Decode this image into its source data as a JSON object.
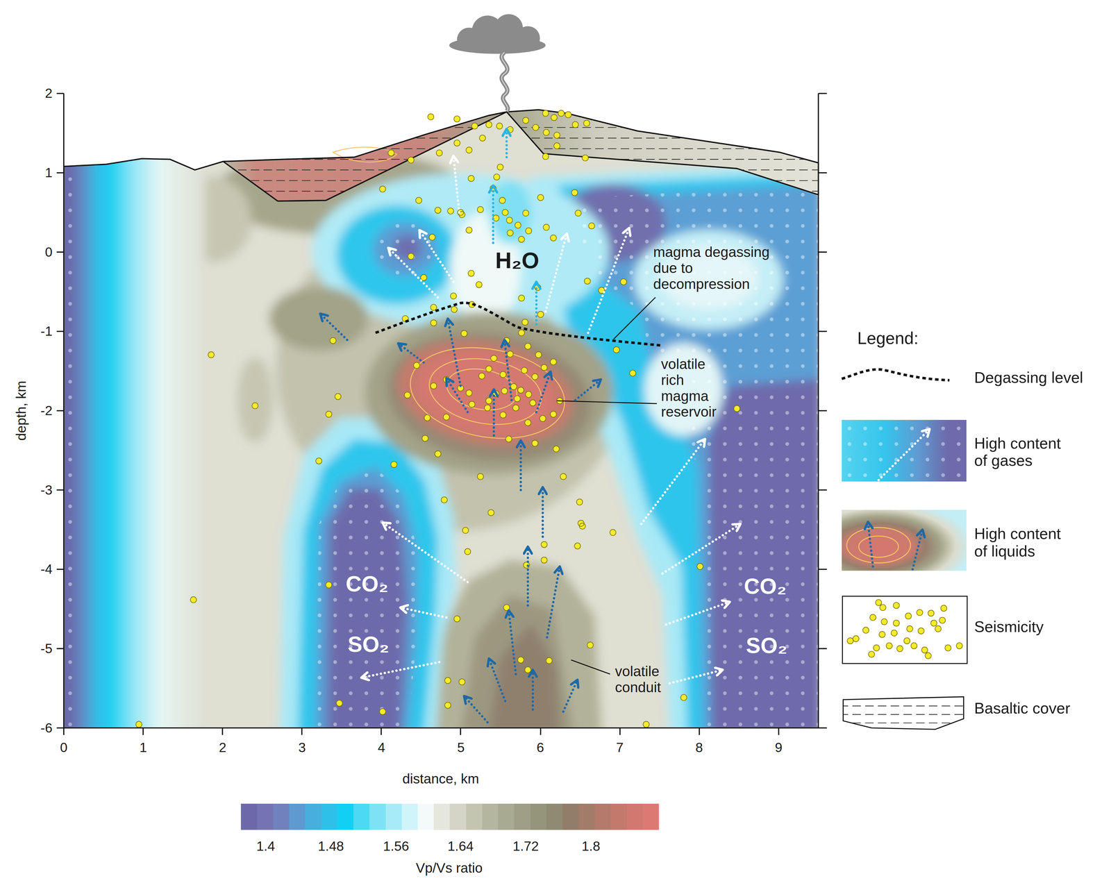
{
  "diagram": {
    "labels": [
      "2",
      "1",
      "0",
      "-1",
      "-2",
      "-3",
      "-4",
      "-5",
      "-6",
      "depth, km",
      "0",
      "1",
      "2",
      "3",
      "4",
      "5",
      "6",
      "7",
      "8",
      "9",
      "distance, km",
      "1.4",
      "1.48",
      "1.56",
      "1.64",
      "1.72",
      "1.8",
      "Vp/Vs ratio",
      "H₂O",
      "CO₂",
      "SO₂",
      "CO₂",
      "SO₂",
      "magma degassing due to decompression",
      "volatile rich magma reservoir",
      "volatile conduit",
      "Legend:"
    ],
    "legend": [
      {
        "text": "Degassing level"
      },
      {
        "text": "High content of gases"
      },
      {
        "text": "High content of liquids"
      },
      {
        "text": "Seismicity"
      },
      {
        "text": "Basaltic cover"
      }
    ]
  }
}
